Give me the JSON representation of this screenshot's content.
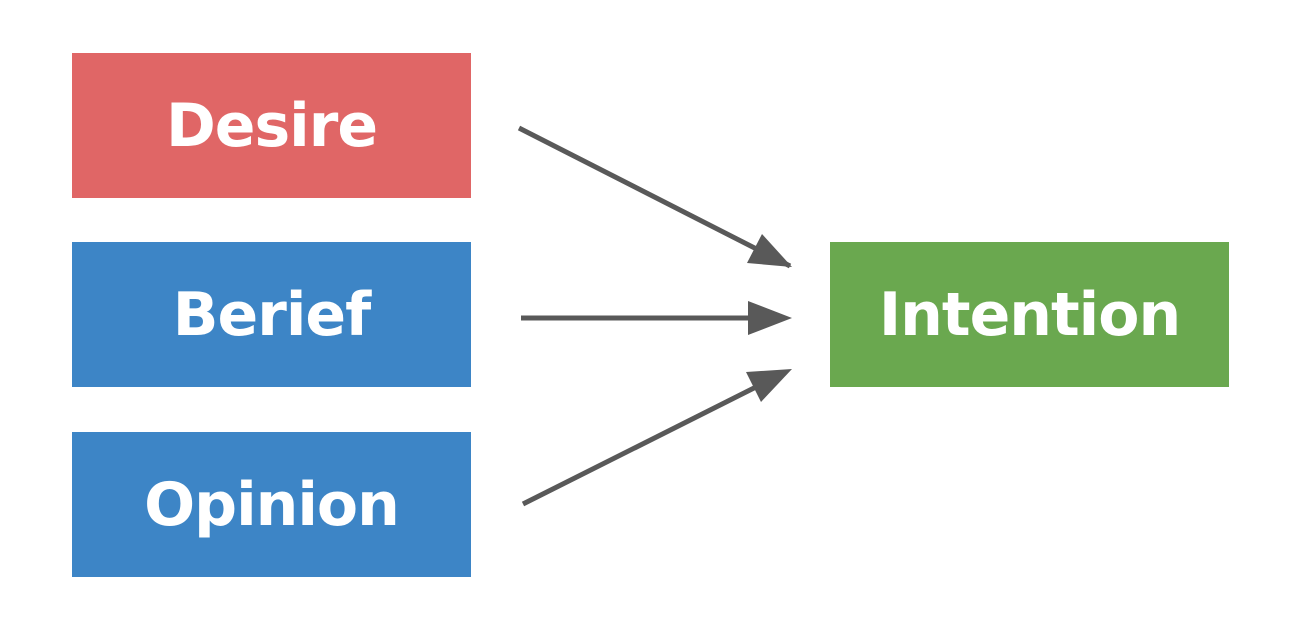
{
  "nodes": {
    "desire": {
      "label": "Desire",
      "color": "#e06666"
    },
    "belief": {
      "label": "Berief",
      "color": "#3d85c6"
    },
    "opinion": {
      "label": "Opinion",
      "color": "#3d85c6"
    },
    "intention": {
      "label": "Intention",
      "color": "#6aa84f"
    }
  },
  "edges": [
    {
      "from": "desire",
      "to": "intention"
    },
    {
      "from": "belief",
      "to": "intention"
    },
    {
      "from": "opinion",
      "to": "intention"
    }
  ],
  "arrow_color": "#595959"
}
